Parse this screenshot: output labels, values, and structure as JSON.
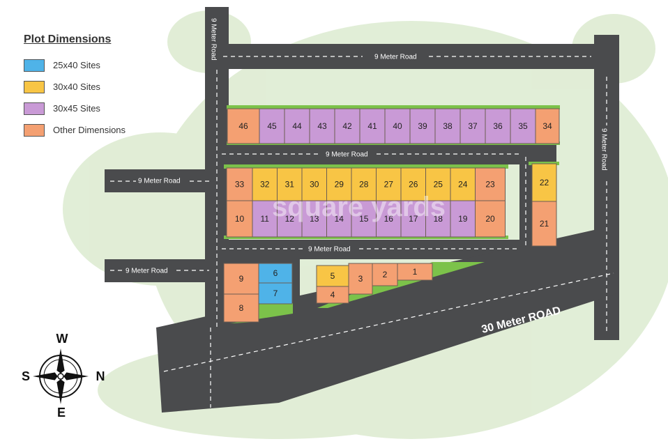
{
  "legend": {
    "title": "Plot Dimensions",
    "items": [
      {
        "label": "25x40 Sites",
        "color": "#4fb3e8"
      },
      {
        "label": "30x40 Sites",
        "color": "#f8c545"
      },
      {
        "label": "30x45 Sites",
        "color": "#c99ad6"
      },
      {
        "label": "Other Dimensions",
        "color": "#f4a072"
      }
    ]
  },
  "roads": {
    "nine_meter": "9 Meter Road",
    "thirty_meter": "30 Meter ROAD"
  },
  "compass": {
    "west": "W",
    "east": "E",
    "south": "S",
    "north": "N"
  },
  "watermark": "square yards",
  "colors": {
    "road": "#4a4b4d",
    "greenery": "#dcebd0",
    "plot_border": "#6b5d52",
    "park": "#7cc24a"
  },
  "plots": [
    {
      "id": "46",
      "type": "other"
    },
    {
      "id": "45",
      "type": "30x45"
    },
    {
      "id": "44",
      "type": "30x45"
    },
    {
      "id": "43",
      "type": "30x45"
    },
    {
      "id": "42",
      "type": "30x45"
    },
    {
      "id": "41",
      "type": "30x45"
    },
    {
      "id": "40",
      "type": "30x45"
    },
    {
      "id": "39",
      "type": "30x45"
    },
    {
      "id": "38",
      "type": "30x45"
    },
    {
      "id": "37",
      "type": "30x45"
    },
    {
      "id": "36",
      "type": "30x45"
    },
    {
      "id": "35",
      "type": "30x45"
    },
    {
      "id": "34",
      "type": "other"
    },
    {
      "id": "33",
      "type": "other"
    },
    {
      "id": "32",
      "type": "30x40"
    },
    {
      "id": "31",
      "type": "30x40"
    },
    {
      "id": "30",
      "type": "30x40"
    },
    {
      "id": "29",
      "type": "30x40"
    },
    {
      "id": "28",
      "type": "30x40"
    },
    {
      "id": "27",
      "type": "30x40"
    },
    {
      "id": "26",
      "type": "30x40"
    },
    {
      "id": "25",
      "type": "30x40"
    },
    {
      "id": "24",
      "type": "30x40"
    },
    {
      "id": "23",
      "type": "other"
    },
    {
      "id": "10",
      "type": "other"
    },
    {
      "id": "11",
      "type": "30x45"
    },
    {
      "id": "12",
      "type": "30x45"
    },
    {
      "id": "13",
      "type": "30x45"
    },
    {
      "id": "14",
      "type": "30x45"
    },
    {
      "id": "15",
      "type": "30x45"
    },
    {
      "id": "16",
      "type": "30x45"
    },
    {
      "id": "17",
      "type": "30x45"
    },
    {
      "id": "18",
      "type": "30x45"
    },
    {
      "id": "19",
      "type": "30x45"
    },
    {
      "id": "20",
      "type": "other"
    },
    {
      "id": "22",
      "type": "30x40"
    },
    {
      "id": "21",
      "type": "other"
    },
    {
      "id": "9",
      "type": "other"
    },
    {
      "id": "6",
      "type": "25x40"
    },
    {
      "id": "7",
      "type": "25x40"
    },
    {
      "id": "8",
      "type": "other"
    },
    {
      "id": "5",
      "type": "30x40"
    },
    {
      "id": "4",
      "type": "other"
    },
    {
      "id": "3",
      "type": "other"
    },
    {
      "id": "2",
      "type": "other"
    },
    {
      "id": "1",
      "type": "other"
    }
  ]
}
